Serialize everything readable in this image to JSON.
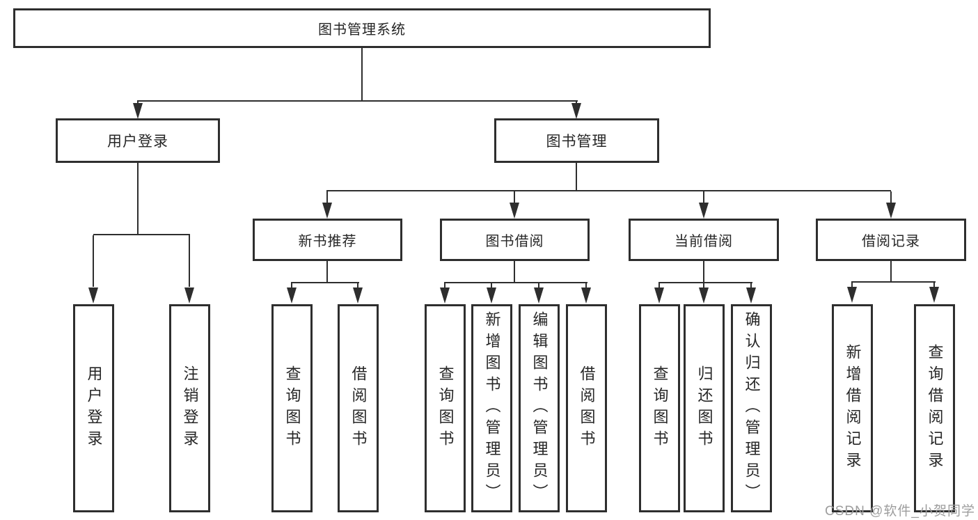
{
  "tree": {
    "label": "图书管理系统",
    "children": [
      {
        "label": "用户登录",
        "children": [
          {
            "label": "用户登录"
          },
          {
            "label": "注销登录"
          }
        ]
      },
      {
        "label": "图书管理",
        "children": [
          {
            "label": "新书推荐",
            "children": [
              {
                "label": "查询图书"
              },
              {
                "label": "借阅图书"
              }
            ]
          },
          {
            "label": "图书借阅",
            "children": [
              {
                "label": "查询图书"
              },
              {
                "label": "新增图书（管理员）"
              },
              {
                "label": "编辑图书（管理员）"
              },
              {
                "label": "借阅图书"
              }
            ]
          },
          {
            "label": "当前借阅",
            "children": [
              {
                "label": "查询图书"
              },
              {
                "label": "归还图书"
              },
              {
                "label": "确认归还（管理员）"
              }
            ]
          },
          {
            "label": "借阅记录",
            "children": [
              {
                "label": "新增借阅记录"
              },
              {
                "label": "查询借阅记录"
              }
            ]
          }
        ]
      }
    ]
  },
  "watermark": {
    "text": "CSDN @软件_小贺同学"
  },
  "colors": {
    "line": "#2e2e2e",
    "text": "#262626",
    "watermark": "#9d9d9d",
    "bg": "#ffffff"
  }
}
